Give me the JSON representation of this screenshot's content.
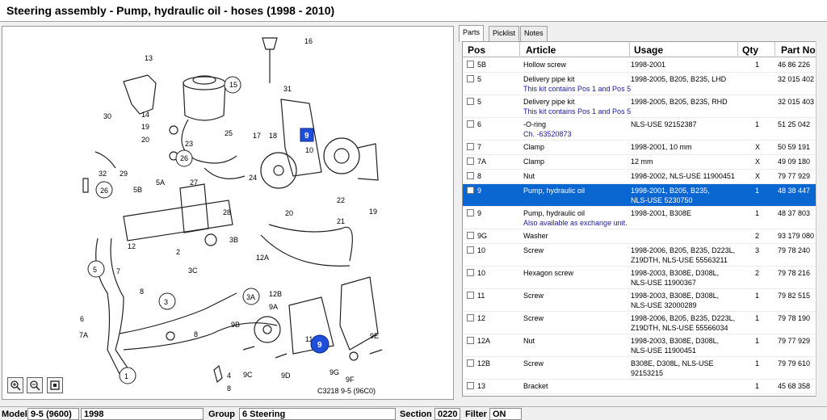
{
  "title": "Steering assembly - Pump, hydraulic oil - hoses   (1998 - 2010)",
  "tabs": [
    {
      "label": "Parts",
      "active": true
    },
    {
      "label": "Picklist",
      "active": false
    },
    {
      "label": "Notes",
      "active": false
    }
  ],
  "table": {
    "headers": {
      "pos": "Pos",
      "article": "Article",
      "usage": "Usage",
      "qty": "Qty",
      "partno": "Part No."
    },
    "rows": [
      {
        "pos": "5B",
        "article": "Hollow screw",
        "usage": "1998-2001",
        "qty": "1",
        "partno": "46 86 226",
        "note": "",
        "usage2": ""
      },
      {
        "pos": "5",
        "article": "Delivery pipe kit",
        "usage": "1998-2005, B205, B235, LHD",
        "qty": "",
        "partno": "32 015 402",
        "note": "This kit contains Pos 1 and Pos 5",
        "usage2": ""
      },
      {
        "pos": "5",
        "article": "Delivery pipe kit",
        "usage": "1998-2005, B205, B235, RHD",
        "qty": "",
        "partno": "32 015 403",
        "note": "This kit contains Pos 1 and Pos 5",
        "usage2": ""
      },
      {
        "pos": "6",
        "article": "-O-ring",
        "usage": "NLS-USE 92152387",
        "qty": "1",
        "partno": "51 25 042",
        "note": "Ch. -63520873",
        "usage2": ""
      },
      {
        "pos": "7",
        "article": "Clamp",
        "usage": "1998-2001, 10 mm",
        "qty": "X",
        "partno": "50 59 191",
        "note": "",
        "usage2": ""
      },
      {
        "pos": "7A",
        "article": "Clamp",
        "usage": "12 mm",
        "qty": "X",
        "partno": "49 09 180",
        "note": "",
        "usage2": ""
      },
      {
        "pos": "8",
        "article": "Nut",
        "usage": "1998-2002, NLS-USE 11900451",
        "qty": "X",
        "partno": "79 77 929",
        "note": "",
        "usage2": ""
      },
      {
        "pos": "9",
        "article": "Pump, hydraulic oil",
        "usage": "1998-2001, B205, B235,",
        "qty": "1",
        "partno": "48 38 447",
        "note": "",
        "usage2": "NLS-USE 5230750"
      },
      {
        "pos": "9",
        "article": "Pump, hydraulic oil",
        "usage": "1998-2001, B308E",
        "qty": "1",
        "partno": "48 37 803",
        "note": "Also available as exchange unit.",
        "usage2": ""
      },
      {
        "pos": "9G",
        "article": "Washer",
        "usage": "",
        "qty": "2",
        "partno": "93 179 080",
        "note": "",
        "usage2": ""
      },
      {
        "pos": "10",
        "article": "Screw",
        "usage": "1998-2006, B205, B235, D223L,",
        "qty": "3",
        "partno": "79 78 240",
        "note": "",
        "usage2": "Z19DTH, NLS-USE 55563211"
      },
      {
        "pos": "10",
        "article": "Hexagon screw",
        "usage": "1998-2003, B308E, D308L,",
        "qty": "2",
        "partno": "79 78 216",
        "note": "",
        "usage2": "NLS-USE 11900367"
      },
      {
        "pos": "11",
        "article": "Screw",
        "usage": "1998-2003, B308E, D308L,",
        "qty": "1",
        "partno": "79 82 515",
        "note": "",
        "usage2": "NLS-USE 32000289"
      },
      {
        "pos": "12",
        "article": "Screw",
        "usage": "1998-2006, B205, B235, D223L,",
        "qty": "1",
        "partno": "79 78 190",
        "note": "",
        "usage2": "Z19DTH, NLS-USE 55566034"
      },
      {
        "pos": "12A",
        "article": "Nut",
        "usage": "1998-2003, B308E, D308L,",
        "qty": "1",
        "partno": "79 77 929",
        "note": "",
        "usage2": "NLS-USE 11900451"
      },
      {
        "pos": "12B",
        "article": "Screw",
        "usage": "B308E, D308L, NLS-USE",
        "qty": "1",
        "partno": "79 79 610",
        "note": "",
        "usage2": "92153215"
      },
      {
        "pos": "13",
        "article": "Bracket",
        "usage": "",
        "qty": "1",
        "partno": "45 68 358",
        "note": "",
        "usage2": ""
      }
    ],
    "selected_index": 7
  },
  "diagram": {
    "caption": "C3218 9-5 (96C0)",
    "callouts": [
      "16",
      "13",
      "15",
      "14",
      "31",
      "30",
      "19",
      "20",
      "10",
      "17",
      "18",
      "25",
      "26",
      "23",
      "9",
      "24",
      "32",
      "29",
      "5B",
      "5A",
      "27",
      "26",
      "28",
      "22",
      "19",
      "20",
      "21",
      "3B",
      "12",
      "2",
      "12A",
      "3C",
      "5",
      "7",
      "8",
      "3",
      "3A",
      "12B",
      "9A",
      "6",
      "9B",
      "7A",
      "8",
      "9E",
      "9",
      "9G",
      "9F",
      "9C",
      "9D",
      "4",
      "1",
      "8",
      "11"
    ],
    "badge_label": "9"
  },
  "status": {
    "model_label": "Model",
    "model_value": "9-5 (9600)",
    "year_value": "1998",
    "group_label": "Group",
    "group_value": "6 Steering",
    "section_label": "Section",
    "section_value": "0220",
    "filter_label": "Filter",
    "filter_value": "ON"
  },
  "colors": {
    "selection": "#0a66d0",
    "note_text": "#1a1a9c",
    "badge": "#1f4fd8"
  }
}
